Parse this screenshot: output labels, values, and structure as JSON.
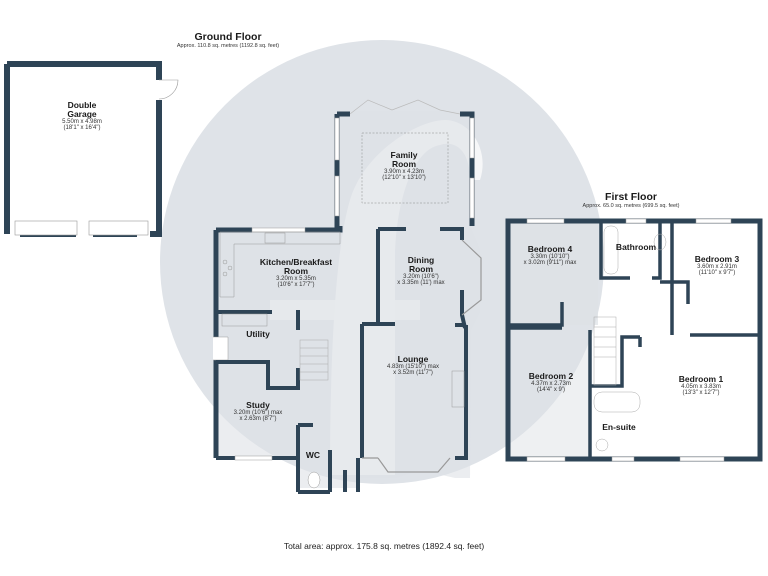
{
  "colors": {
    "wall": "#2e4456",
    "floor": "#dde1e6",
    "watermark": "#dfe3e8",
    "background": "#ffffff"
  },
  "ground_floor": {
    "title": "Ground Floor",
    "area": "Approx. 110.8 sq. metres (1192.8 sq. feet)",
    "rooms": [
      {
        "name": "Double Garage",
        "name_lines": [
          "Double",
          "Garage"
        ],
        "dims": [
          "5.50m x 4.98m",
          "(18'1\" x 16'4\")"
        ]
      },
      {
        "name": "Family Room",
        "name_lines": [
          "Family",
          "Room"
        ],
        "dims": [
          "3.90m x 4.23m",
          "(12'10\" x 13'10\")"
        ]
      },
      {
        "name": "Kitchen/Breakfast Room",
        "name_lines": [
          "Kitchen/Breakfast",
          "Room"
        ],
        "dims": [
          "3.20m x 5.35m",
          "(10'6\" x 17'7\")"
        ]
      },
      {
        "name": "Dining Room",
        "name_lines": [
          "Dining",
          "Room"
        ],
        "dims": [
          "3.20m (10'6\")",
          "x 3.35m (11') max"
        ]
      },
      {
        "name": "Utility",
        "name_lines": [
          "Utility"
        ],
        "dims": []
      },
      {
        "name": "Lounge",
        "name_lines": [
          "Lounge"
        ],
        "dims": [
          "4.83m (15'10\") max",
          "x 3.52m (11'7\")"
        ]
      },
      {
        "name": "Study",
        "name_lines": [
          "Study"
        ],
        "dims": [
          "3.20m (10'6\") max",
          "x 2.63m (8'7\")"
        ]
      },
      {
        "name": "WC",
        "name_lines": [
          "WC"
        ],
        "dims": []
      }
    ]
  },
  "first_floor": {
    "title": "First Floor",
    "area": "Approx. 65.0 sq. metres (699.5 sq. feet)",
    "rooms": [
      {
        "name": "Bedroom 4",
        "name_lines": [
          "Bedroom 4"
        ],
        "dims": [
          "3.30m (10'10\")",
          "x 3.02m (9'11\") max"
        ]
      },
      {
        "name": "Bathroom",
        "name_lines": [
          "Bathroom"
        ],
        "dims": []
      },
      {
        "name": "Bedroom 3",
        "name_lines": [
          "Bedroom 3"
        ],
        "dims": [
          "3.60m x 2.91m",
          "(11'10\" x 9'7\")"
        ]
      },
      {
        "name": "Bedroom 2",
        "name_lines": [
          "Bedroom 2"
        ],
        "dims": [
          "4.37m x 2.73m",
          "(14'4\" x 9')"
        ]
      },
      {
        "name": "Bedroom 1",
        "name_lines": [
          "Bedroom 1"
        ],
        "dims": [
          "4.05m x 3.83m",
          "(13'3\" x 12'7\")"
        ]
      },
      {
        "name": "En-suite",
        "name_lines": [
          "En-suite"
        ],
        "dims": []
      }
    ]
  },
  "total_area": "Total area: approx. 175.8 sq. metres (1892.4 sq. feet)"
}
